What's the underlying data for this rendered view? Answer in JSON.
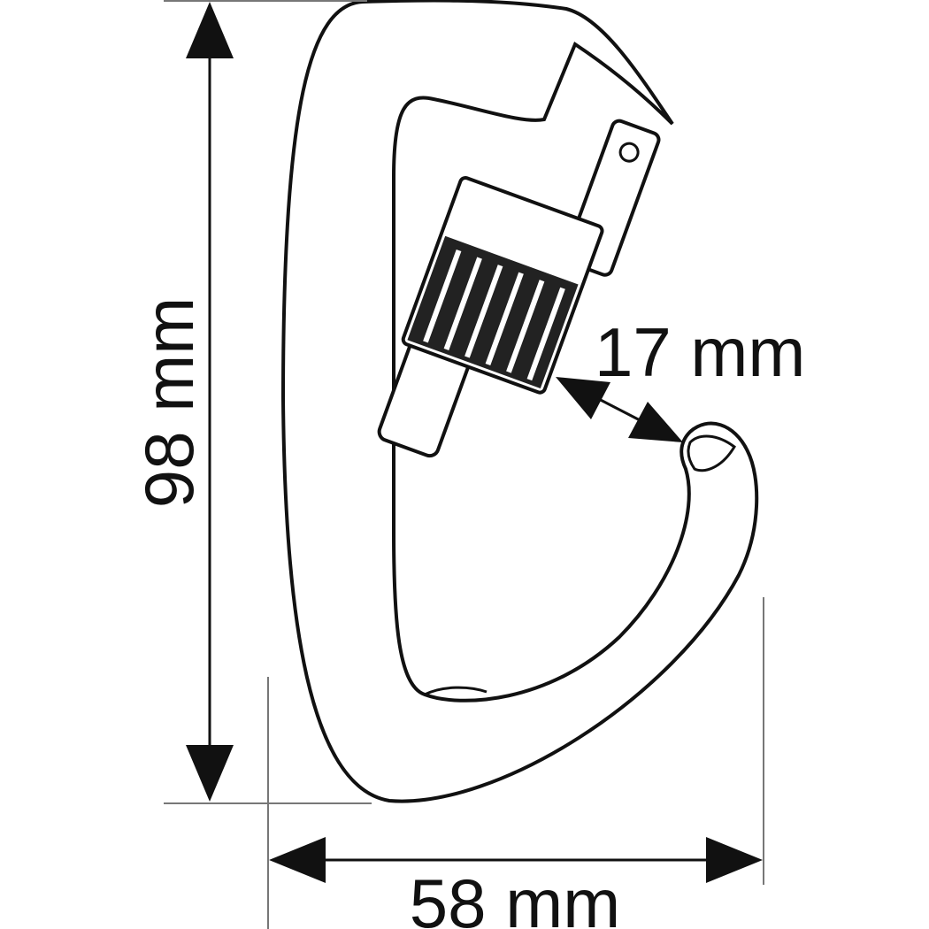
{
  "diagram": {
    "subject": "carabiner",
    "dimensions": {
      "height": "98 mm",
      "width": "58 mm",
      "gate_opening": "17 mm"
    },
    "colors": {
      "line": "#111111",
      "background": "#ffffff",
      "extension_line": "#777777"
    }
  }
}
